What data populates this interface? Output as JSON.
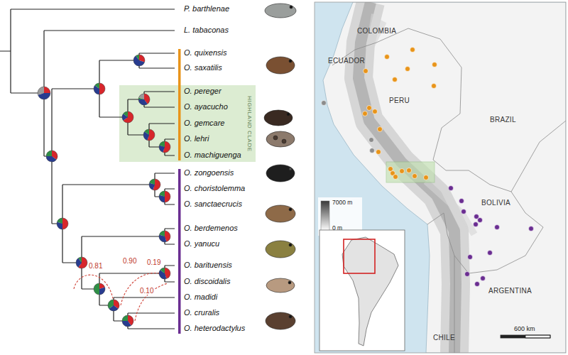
{
  "diagram": {
    "nodes": [
      {
        "text": [
          "HIGHLAND CLADE"
        ]
      }
    ],
    "labels": [
      "P. barthlenae",
      "L. tabaconas",
      "O. quixensis",
      "O. saxatilis",
      "O. pereger",
      "O. ayacucho",
      "O. gemcare",
      "O. lehri",
      "O. machiguenga",
      "O. zongoensis",
      "O. choristolemma",
      "O. sanctaecrucis",
      "O. berdemenos",
      "O. yanucu",
      "O. barituensis",
      "O. discoidalis",
      "O. madidi",
      "O. cruralis",
      "O. heterodactylus",
      "0.81",
      "0.90",
      "0.19",
      "0.10",
      "COLOMBIA",
      "ECUADOR",
      "PERU",
      "BRAZIL",
      "BOLIVIA",
      "ARGENTINA",
      "CHILE",
      "7000 m",
      "0 m",
      "600 km"
    ]
  }
}
